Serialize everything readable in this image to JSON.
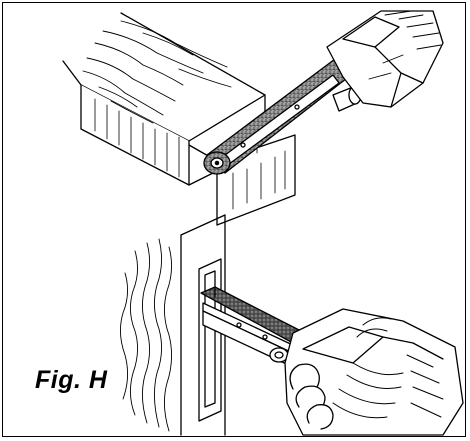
{
  "figure": {
    "label": "Fig. H"
  },
  "illustrations": {
    "top": "belt-sander-on-wooden-board",
    "bottom": "belt-sander-in-door-lock-mortise"
  }
}
